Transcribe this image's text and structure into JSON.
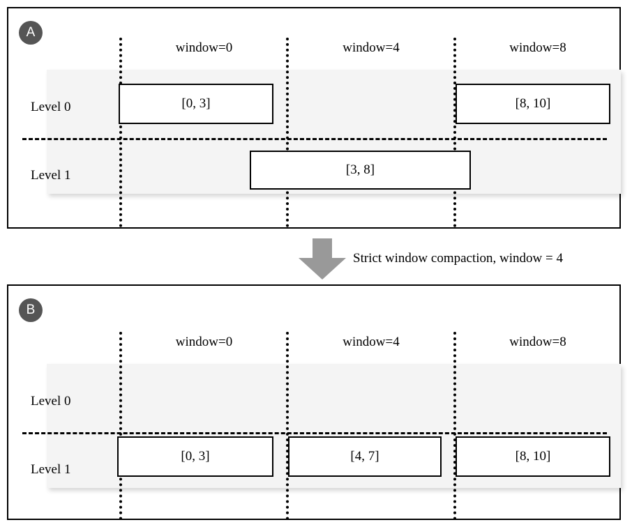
{
  "figure": {
    "panels": [
      {
        "id": "A",
        "badge": "A",
        "window_headers": [
          "window=0",
          "window=4",
          "window=8"
        ],
        "level_labels": [
          "Level 0",
          "Level 1"
        ],
        "boxes": [
          {
            "label": "[0, 3]",
            "level": "Level 0",
            "window": "window=0"
          },
          {
            "label": "[8, 10]",
            "level": "Level 0",
            "window": "window=8"
          },
          {
            "label": "[3, 8]",
            "level": "Level 1",
            "window": "window=4"
          }
        ]
      },
      {
        "id": "B",
        "badge": "B",
        "window_headers": [
          "window=0",
          "window=4",
          "window=8"
        ],
        "level_labels": [
          "Level 0",
          "Level 1"
        ],
        "boxes": [
          {
            "label": "[0, 3]",
            "level": "Level 1",
            "window": "window=0"
          },
          {
            "label": "[4, 7]",
            "level": "Level 1",
            "window": "window=4"
          },
          {
            "label": "[8, 10]",
            "level": "Level 1",
            "window": "window=8"
          }
        ]
      }
    ],
    "transition": {
      "caption": "Strict window compaction, window = 4",
      "arrow_direction": "down"
    },
    "colors": {
      "band": "#f4f4f4",
      "badge": "#555555",
      "arrow": "#999999",
      "stroke": "#000000"
    }
  }
}
